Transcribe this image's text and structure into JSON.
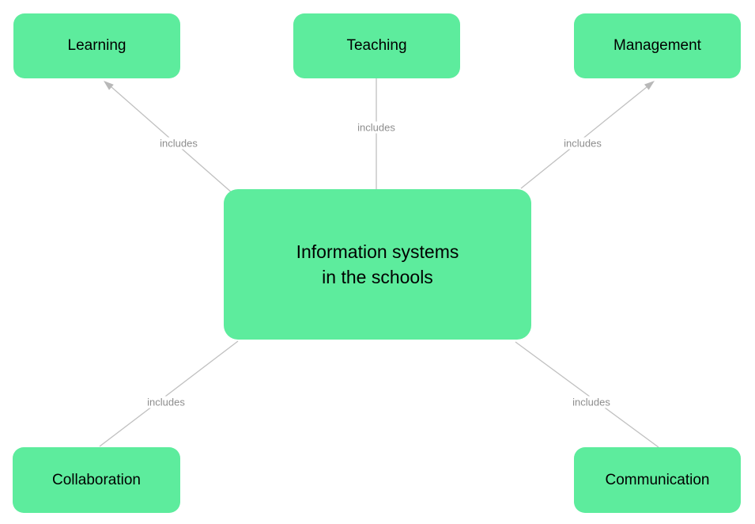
{
  "diagram": {
    "type": "concept-map",
    "background_color": "#ffffff",
    "colors": {
      "node_fill": "#5dec9d",
      "node_text": "#000000",
      "edge_line": "#c0c0c0",
      "arrowhead": "#b8b8b8",
      "edge_label_text": "#8d8d8d"
    },
    "center_node": {
      "id": "information-systems",
      "lines": [
        "Information systems",
        "in the schools"
      ]
    },
    "nodes": [
      {
        "id": "learning",
        "label": "Learning",
        "position": "top-left"
      },
      {
        "id": "teaching",
        "label": "Teaching",
        "position": "top-center"
      },
      {
        "id": "management",
        "label": "Management",
        "position": "top-right"
      },
      {
        "id": "collaboration",
        "label": "Collaboration",
        "position": "bottom-left"
      },
      {
        "id": "communication",
        "label": "Communication",
        "position": "bottom-right"
      }
    ],
    "edges": [
      {
        "from": "information-systems",
        "to": "learning",
        "label": "includes",
        "arrowhead": true
      },
      {
        "from": "information-systems",
        "to": "teaching",
        "label": "includes",
        "arrowhead": false
      },
      {
        "from": "information-systems",
        "to": "management",
        "label": "includes",
        "arrowhead": true
      },
      {
        "from": "information-systems",
        "to": "collaboration",
        "label": "includes",
        "arrowhead": false
      },
      {
        "from": "information-systems",
        "to": "communication",
        "label": "includes",
        "arrowhead": false
      }
    ]
  }
}
